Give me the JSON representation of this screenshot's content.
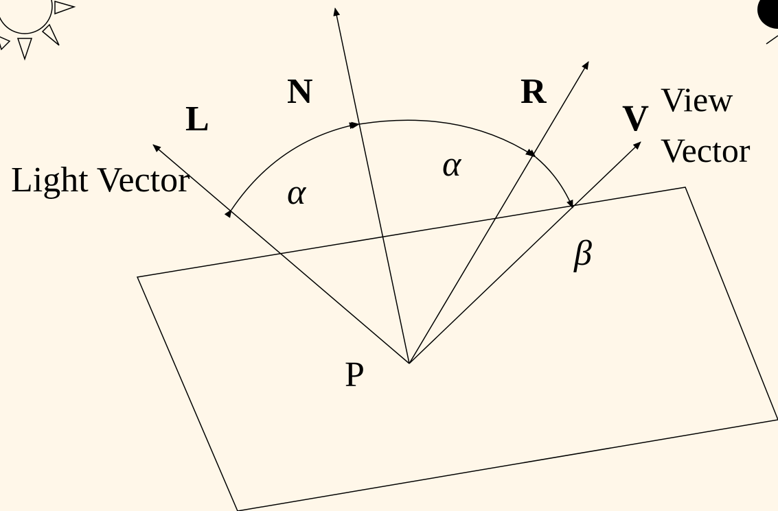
{
  "colors": {
    "background": "#fff7e9",
    "stroke": "#000000",
    "eye": "#000000"
  },
  "labels": {
    "L": "L",
    "N": "N",
    "R": "R",
    "V": "V",
    "light_vector": "Light Vector",
    "view": "View",
    "vector": "Vector",
    "P": "P",
    "alpha_left": "α",
    "alpha_right": "α",
    "beta": "β"
  },
  "icons": {
    "light_source": "sun-icon",
    "viewer": "eye-icon"
  }
}
